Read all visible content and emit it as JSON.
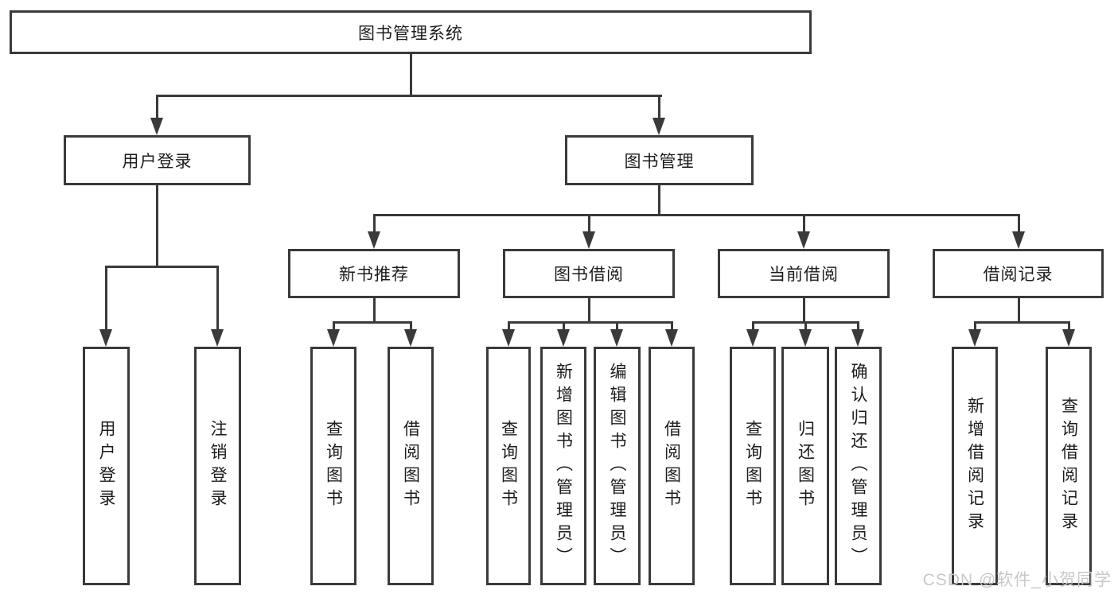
{
  "diagram": {
    "root": {
      "label": "图书管理系统"
    },
    "level2": [
      {
        "label": "用户登录"
      },
      {
        "label": "图书管理"
      }
    ],
    "level3": [
      {
        "label": "新书推荐"
      },
      {
        "label": "图书借阅"
      },
      {
        "label": "当前借阅"
      },
      {
        "label": "借阅记录"
      }
    ],
    "leaves": {
      "user_login": [
        {
          "label": "用户登录"
        },
        {
          "label": "注销登录"
        }
      ],
      "new_book_recommend": [
        {
          "label": "查询图书"
        },
        {
          "label": "借阅图书"
        }
      ],
      "book_borrow": [
        {
          "label": "查询图书"
        },
        {
          "label": "新增图书（管理员）"
        },
        {
          "label": "编辑图书（管理员）"
        },
        {
          "label": "借阅图书"
        }
      ],
      "current_borrow": [
        {
          "label": "查询图书"
        },
        {
          "label": "归还图书"
        },
        {
          "label": "确认归还（管理员）"
        }
      ],
      "borrow_records": [
        {
          "label": "新增借阅记录"
        },
        {
          "label": "查询借阅记录"
        }
      ]
    },
    "watermark": "CSDN @软件_小贺同学",
    "colors": {
      "line": "#3a3a3a",
      "text": "#1c1c1c",
      "background": "#ffffff",
      "watermark": "#c8c8c8"
    }
  }
}
